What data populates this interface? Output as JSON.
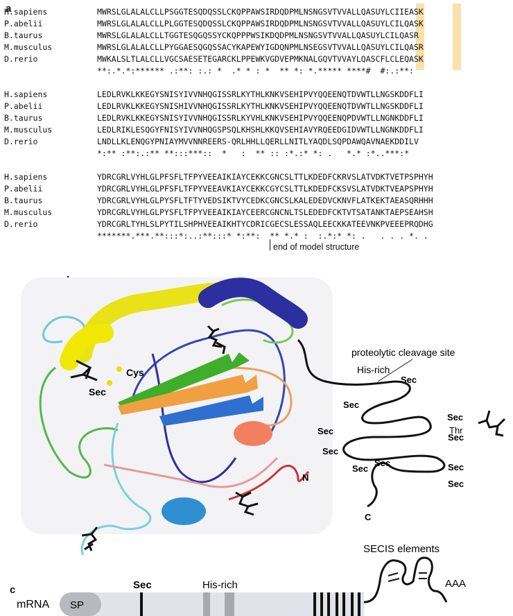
{
  "panel_a": {
    "letter": "a",
    "blocks": [
      {
        "rows": [
          {
            "species": "H.sapiens",
            "seq": "MWRSLGLALALCLLPSGGTESQDQSSLCKQPPAWSIRDQDPMLNSNGSVTVVALLQASUYLCIIEASK"
          },
          {
            "species": "P.abelii",
            "seq": "MWRSLGLALALCLLPLGGTESQDQSSLCKQPPAWSIRDQDPMLNSNGSVTVVALLQASUYLCILQASK"
          },
          {
            "species": "B.taurus",
            "seq": "MWRSLGLALALCLLTGGTESQGQSSYCKQPPPWSIKDQDPMLNSNGSVTVVALLQASUYLCILQASR"
          },
          {
            "species": "M.musculus",
            "seq": "MWRSLGLALALCLLPYGGAESQGQSSACYKAPEWYIGDQNPMLNSEGSVTVVALLQASUYLCILQASR"
          },
          {
            "species": "D.rerio",
            "seq": "MWKALSLTLALCLLVGCSAESETEGARCKLPPEWKVGDVEPMKNALGQVTVVAYLQASCFLCLEQASK"
          }
        ],
        "consensus": "**:.*.*:****** .:**: :.: *  .* * : *  ** *: *.***** ****#  #:.:**:"
      },
      {
        "rows": [
          {
            "species": "H.sapiens",
            "seq": "LEDLRVKLKKEGYSNISYIVVNHQGISSRLKYTHLKNKVSEHIPVYQQEENQTDVWTLLNGSKDDFLI"
          },
          {
            "species": "P.abelii",
            "seq": "LEDLRVKLKKEGYSNISHIVVNHQGISSRLKYTHLKNKVSEHIPVYQQEENQTDVWTLLNGSKDDFLI"
          },
          {
            "species": "B.taurus",
            "seq": "LEDLRVKLKKEGYSNISYIVVNHQGISSRLKYVHLKNKVSEHIPVYQQEENQPDVWTLLNGNKDDFLI"
          },
          {
            "species": "M.musculus",
            "seq": "LEDLRIKLESQGYFNISYIVVNHQGSPSQLKHSHLKKQVSEHIAVYRQEEDGIDVWTLLNGNKDDFLI"
          },
          {
            "species": "D.rerio",
            "seq": "LNDLLKLENQGYPNIAYMVVNNREERS-QRLHHLLQERLLNITLYAQDLSQPDAWQAVNAEKDDILV"
          }
        ],
        "consensus": "*:** :**:.:** **:::***::  *   :  ** :: :*.:* *: .   *.* :*..***:*"
      },
      {
        "rows": [
          {
            "species": "H.sapiens",
            "seq": "YDRCGRLVYHLGLPFSFLTFPYVEEAIKIAYCEKKCGNCSLTTLKDEDFCKRVSLATVDKTVETPSPHYH"
          },
          {
            "species": "P.abelii",
            "seq": "YDRCGRLVYHLGLPFSFLTFPYVEEAVKIAYCEKKCGYCSLTTLKDEDFCKSVSLATVDKTVEAPSPHYH"
          },
          {
            "species": "B.taurus",
            "seq": "YDRCGRLVYHLGLPYSFLTFTYVEDSIKTVYCEDKCGNCSLKALEDEDVCKNVFLATKEKTAEASQRHHH"
          },
          {
            "species": "M.musculus",
            "seq": "YDRCGRLVYHLGLPYSFLTFPYVEEAIKIAYCEERCGNCNLTSLEDEDFCKTVTSATANKTAEPSEAHSH"
          },
          {
            "species": "D.rerio",
            "seq": "YDRCGRLTYHLSLPYTILSHPHVEEAIKHTYCDRICGECSLESSAQLEECKKATEEVNKPVEEEPRQDHG"
          }
        ],
        "consensus": "*******.***.**:::*:..:**:::* *:**:  ** *.* :  :.*:* *: .   . . . *. ."
      }
    ],
    "annotation": "end of model structure"
  },
  "panel_b": {
    "letter": "b",
    "labels": {
      "cys": "Cys",
      "sec": "Sec",
      "his_rich": "His-rich",
      "cleavage": "proteolytic cleavage site",
      "thr": "Thr",
      "n_term": "N",
      "c_term": "C"
    },
    "tail_sec_labels": [
      "Sec",
      "Sec",
      "Sec",
      "Sec",
      "Sec",
      "Sec",
      "Sec",
      "Sec",
      "Sec",
      "Sec"
    ],
    "colors": {
      "blue": "#2b2f9f",
      "yellow": "#e8e000",
      "green": "#3fae2a",
      "orange": "#f0a040",
      "cyan": "#70c8d8",
      "salmon": "#f08060",
      "red": "#d03030",
      "lightblue": "#2f8fd0"
    }
  },
  "panel_c": {
    "letter": "c",
    "mrna_label": "mRNA",
    "sp_label": "SP",
    "sec_label": "Sec",
    "his_rich_label": "His-rich",
    "secis_label": "SECIS elements",
    "polya_label": "AAA"
  }
}
